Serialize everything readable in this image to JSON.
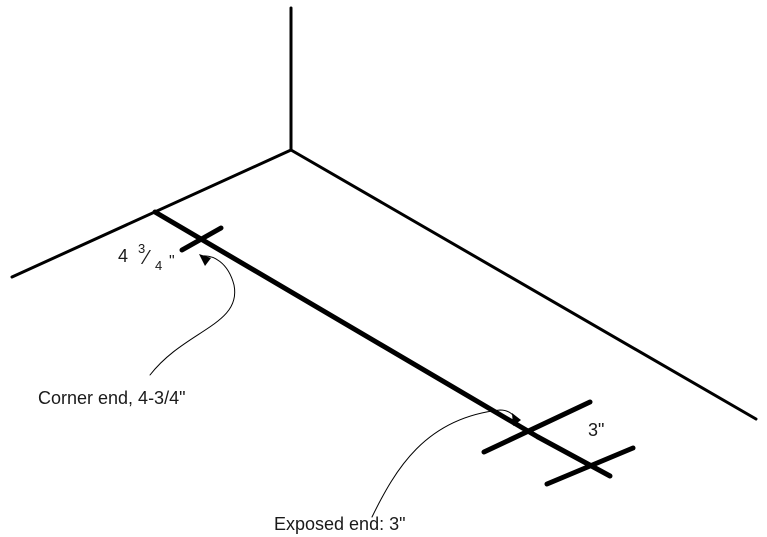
{
  "labels": {
    "corner_callout": "Corner end, 4-3/4\"",
    "exposed_callout": "Exposed end: 3\"",
    "dim_corner_whole": "4",
    "dim_corner_numerator": "3",
    "dim_corner_denominator": "4",
    "dim_corner_unit": "\"",
    "dim_exposed": "3\""
  }
}
